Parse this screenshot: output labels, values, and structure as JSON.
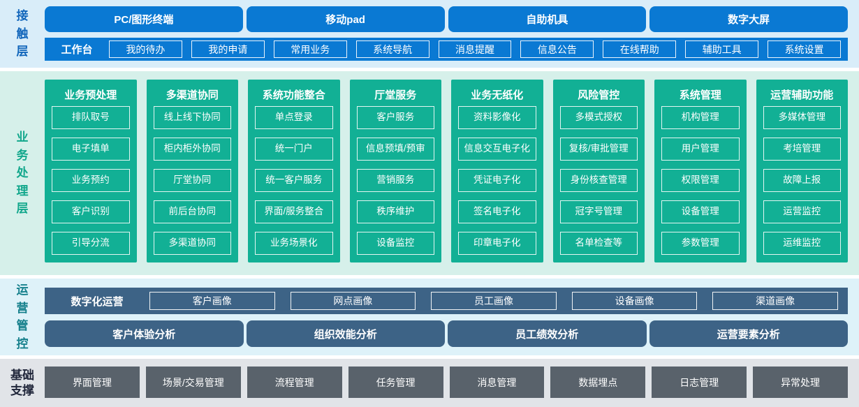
{
  "layers": {
    "contact": {
      "label": "接触层",
      "terminals": [
        "PC/图形终端",
        "移动pad",
        "自助机具",
        "数字大屏"
      ],
      "workbench_label": "工作台",
      "workbench_items": [
        "我的待办",
        "我的申请",
        "常用业务",
        "系统导航",
        "消息提醒",
        "信息公告",
        "在线帮助",
        "辅助工具",
        "系统设置"
      ]
    },
    "business": {
      "label": "业务处理层",
      "columns": [
        {
          "title": "业务预处理",
          "items": [
            "排队取号",
            "电子填单",
            "业务预约",
            "客户识别",
            "引导分流"
          ]
        },
        {
          "title": "多渠道协同",
          "items": [
            "线上线下协同",
            "柜内柜外协同",
            "厅堂协同",
            "前后台协同",
            "多渠道协同"
          ]
        },
        {
          "title": "系统功能整合",
          "items": [
            "单点登录",
            "统一门户",
            "统一客户服务",
            "界面/服务整合",
            "业务场景化"
          ]
        },
        {
          "title": "厅堂服务",
          "items": [
            "客户服务",
            "信息预填/预审",
            "营销服务",
            "秩序维护",
            "设备监控"
          ]
        },
        {
          "title": "业务无纸化",
          "items": [
            "资料影像化",
            "信息交互电子化",
            "凭证电子化",
            "签名电子化",
            "印章电子化"
          ]
        },
        {
          "title": "风险管控",
          "items": [
            "多模式授权",
            "复核/审批管理",
            "身份核查管理",
            "冠字号管理",
            "名单检查等"
          ]
        },
        {
          "title": "系统管理",
          "items": [
            "机构管理",
            "用户管理",
            "权限管理",
            "设备管理",
            "参数管理"
          ]
        },
        {
          "title": "运营辅助功能",
          "items": [
            "多媒体管理",
            "考培管理",
            "故障上报",
            "运营监控",
            "运维监控"
          ]
        }
      ]
    },
    "operation": {
      "label": "运营管控",
      "digital_label": "数字化运营",
      "portraits": [
        "客户画像",
        "网点画像",
        "员工画像",
        "设备画像",
        "渠道画像"
      ],
      "analyses": [
        "客户体验分析",
        "组织效能分析",
        "员工绩效分析",
        "运营要素分析"
      ]
    },
    "foundation": {
      "label": "基础支撑",
      "items": [
        "界面管理",
        "场景/交易管理",
        "流程管理",
        "任务管理",
        "消息管理",
        "数据埋点",
        "日志管理",
        "异常处理"
      ]
    }
  },
  "colors": {
    "primary_blue": "#0a79d3",
    "green": "#12b095",
    "slate_blue": "#3d6386",
    "gray_box": "#59626b",
    "contact_band_bg": "#d9edf9",
    "business_band_bg": "#d6f0ea",
    "operation_band_bg": "#def2f9",
    "foundation_band_bg": "#e1e4e8",
    "contact_label_color": "#1266bb",
    "business_label_color": "#12a78c",
    "operation_label_color": "#15808c",
    "foundation_label_color": "#20263a"
  }
}
